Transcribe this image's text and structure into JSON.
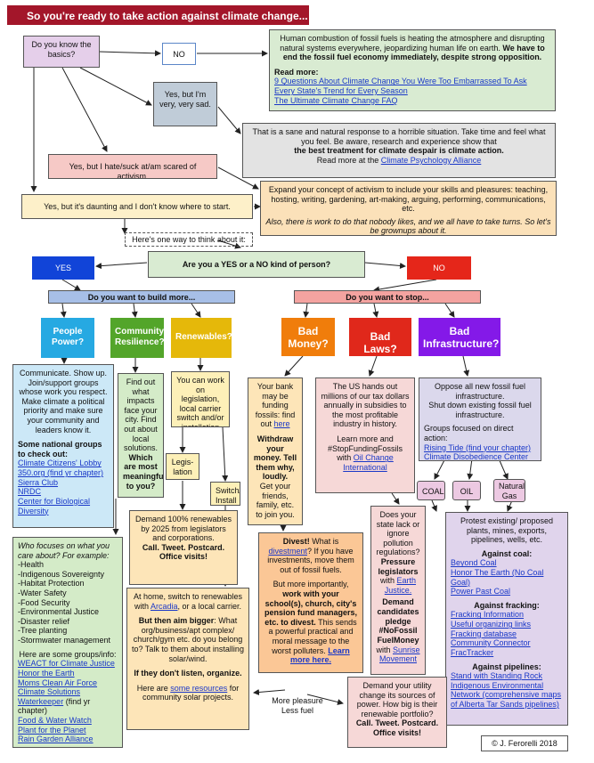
{
  "header": {
    "title": "So you're ready to take action against climate change..."
  },
  "colors": {
    "header_bg": "#a3162a",
    "yes_blue": "#1144d8",
    "no_red": "#e5261a",
    "people_cyan": "#26a9e2",
    "community_green": "#53a52a",
    "renewables_yellow": "#e5b80a",
    "bad_money_orange": "#f07d0b",
    "bad_laws_red": "#e0281b",
    "bad_infra_purple": "#8419e8",
    "yes_bar": "#a7bfe7",
    "no_bar": "#f4a3a0"
  },
  "nodes": {
    "know_basics": "Do you know the basics?",
    "no_small": "NO",
    "basics_info": {
      "p1": "Human combustion of fossil fuels is heating the atmosphere and disrupting natural systems everywhere, jeopardizing human life on earth.",
      "p1b": "We have to end the fossil fuel economy immediately, despite strong opposition.",
      "read_more": "Read more:",
      "links": [
        "9 Questions About Climate Change You Were Too Embarrassed To Ask",
        "Every State's Trend for Every Season",
        "The Ultimate Climate Change FAQ"
      ]
    },
    "yes_sad": "Yes, but I'm very, very sad.",
    "sane_info": {
      "p1": "That is a sane and natural response to a horrible situation. Take time and feel what you feel. Be aware, research and experience show that",
      "p2": "the best treatment for climate despair is climate action.",
      "p3": "Read more at the",
      "link": "Climate Psychology Alliance"
    },
    "yes_hate": "Yes, but I hate/suck at/am scared of activism.",
    "expand_info": {
      "p1": "Expand your concept of activism to include your skills and pleasures: teaching, hosting, writing, gardening, art-making, arguing, performing, communications, etc.",
      "p2": "Also, there is work to do that nobody likes, and we all have to take turns. So let's be grownups about it."
    },
    "yes_daunting": "Yes, but it's daunting and I don't know where to start.",
    "one_way": "Here's one way to think about it:",
    "yes_or_no": "Are you a YES or a NO kind of person?",
    "yes": "YES",
    "no": "NO",
    "build_more": "Do you want to build more...",
    "stop": "Do you want to stop...",
    "people_power": "People Power?",
    "community_resilience": "Community Resilience?",
    "renewables": "Renewables?",
    "bad_money": "Bad Money?",
    "bad_laws": "Bad Laws?",
    "bad_infra": "Bad Infrastructure?",
    "communicate": {
      "p1": "Communicate. Show up. Join/support groups whose work you respect. Make climate a political priority and make sure your community and leaders know it.",
      "p2": "Some national groups to check out:",
      "links": [
        "Climate Citizens' Lobby",
        "350.org (find yr chapter)",
        "Sierra Club",
        "NRDC",
        "Center for Biological Diversity"
      ]
    },
    "find_out": {
      "p1": "Find out what impacts face your city. Find out about local solutions.",
      "p2": "Which are most meaningful to you?"
    },
    "can_work": "You can work on legislation, local carrier switch and/or installation",
    "legislation": "Legis-lation",
    "switch_install": "Switch/ Install",
    "demand_100": {
      "p1": "Demand 100% renewables by 2025 from legislators and corporations.",
      "p2": "Call. Tweet. Postcard. Office visits!"
    },
    "at_home": {
      "p1": "At home, switch to renewables with",
      "link": "Arcadia",
      "p1b": ", or a local carrier.",
      "p2": "But then aim bigger",
      "p3": ": What org/business/apt complex/ church/gym etc. do you belong to? Talk to them about installing solar/wind.",
      "p4": "If they don't listen, organize.",
      "p5a": "Here are",
      "link2": "some resources",
      "p5b": "for community solar projects."
    },
    "who_focuses": {
      "intro": "Who focuses on what you care about? For example:",
      "items": [
        "-Health",
        "-Indigenous Sovereignty",
        "-Habitat Protection",
        "-Water Safety",
        "-Food Security",
        "-Environmental Justice",
        "-Disaster relief",
        "-Tree planting",
        "-Stormwater management"
      ],
      "groups": "Here are some groups/info:",
      "links": [
        "WEACT for Climate Justice",
        "Honor the Earth",
        "Moms Clean Air Force",
        "Climate Solutions",
        "Waterkeeper",
        "Food & Water Watch",
        "Plant for the Planet",
        "Rain Garden Alliance"
      ],
      "waterkeeper_note": "(find yr chapter)"
    },
    "your_bank": {
      "p1": "Your bank may be funding fossils: find out",
      "link": "here",
      "p2": "Withdraw your money. Tell them why, loudly.",
      "p3": "Get your friends, family, etc. to join you."
    },
    "us_hands": {
      "p1": "The US hands out millions of our tax dollars annually in subsidies to the most profitable industry in history.",
      "p2": "Learn more and #StopFundingFossils with",
      "link": "Oil Change International"
    },
    "oppose": {
      "p1": "Oppose all new fossil fuel infrastructure.",
      "p2": "Shut down existing fossil fuel infrastructure.",
      "p3": "Groups focused on direct action:",
      "links": [
        "Rising Tide (find your chapter)",
        "Climate Disobedience Center"
      ]
    },
    "coal": "COAL",
    "oil": "OIL",
    "natural_gas": "Natural Gas",
    "divest": {
      "p1a": "Divest!",
      "p1b": "What is",
      "link": "divestment",
      "p1c": "? If you have investments, move them out of fossil fuels.",
      "p2a": "But more importantly,",
      "p2b": "work with your school(s), church, city's pension fund managers, etc. to divest.",
      "p2c": "This sends a powerful practical and moral message to the worst polluters.",
      "link2": "Learn more here."
    },
    "state_lack": {
      "p1": "Does your state lack or ignore pollution regulations?",
      "p2": "Pressure legislators",
      "p2b": "with",
      "link": "Earth Justice.",
      "p3": "Demand candidates pledge #NoFossil FuelMoney",
      "p3b": "with",
      "link2": "Sunrise Movement"
    },
    "protest": {
      "p1": "Protest existing/ proposed plants, mines, exports, pipelines, wells, etc.",
      "coal_h": "Against coal:",
      "coal_links": [
        "Beyond Coal",
        "Honor The Earth (No Coal Goal)",
        "Power Past Coal"
      ],
      "frack_h": "Against fracking:",
      "frack_links": [
        "Fracking Information",
        "Useful organizing links",
        "Fracking database",
        "Community Connector",
        "FracTracker"
      ],
      "pipe_h": "Against pipelines:",
      "pipe_links": [
        "Stand with Standing Rock",
        "Indigenous Environmental Network (comprehensive maps of Alberta Tar Sands pipelines)"
      ]
    },
    "more_pleasure": "More pleasure",
    "less_fuel": "Less fuel",
    "demand_utility": {
      "p1": "Demand your utility change its sources of power. How big is their renewable portfolio?",
      "p2": "Call. Tweet. Postcard. Office visits!"
    },
    "copyright": "© J. Ferorelli 2018"
  }
}
